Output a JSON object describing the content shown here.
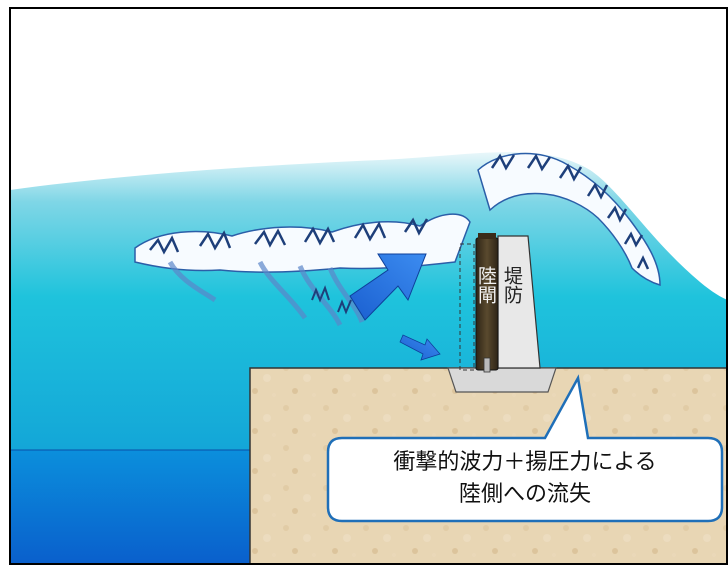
{
  "labels": {
    "gate": "陸閘",
    "levee": "堤防"
  },
  "callout": {
    "line1": "衝撃的波力＋揚圧力による",
    "line2": "陸側への流失"
  },
  "colors": {
    "sea_top": "#bfe8f0",
    "sea_mid": "#1fc3dc",
    "sea_deep": "#0a74d6",
    "land": "#e6d3b0",
    "gate": "#4a3a24",
    "levee": "#e6e6e6",
    "arrow": "#1f6fd8",
    "callout_border": "#1f6fb8"
  }
}
